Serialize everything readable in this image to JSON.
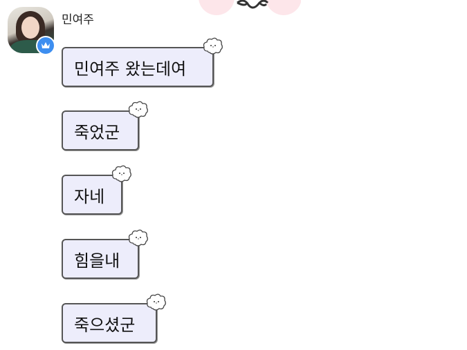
{
  "sender": {
    "name": "민여주",
    "badge_icon": "crown-icon",
    "badge_color": "#3d8ef0"
  },
  "messages": [
    {
      "text": "민여주 왔는데여"
    },
    {
      "text": "죽었군"
    },
    {
      "text": "자네"
    },
    {
      "text": "힘을내"
    },
    {
      "text": "죽으셨군"
    }
  ],
  "colors": {
    "bubble_bg": "#ededfb",
    "bubble_border": "#555555",
    "cheek": "#fde3e8"
  }
}
